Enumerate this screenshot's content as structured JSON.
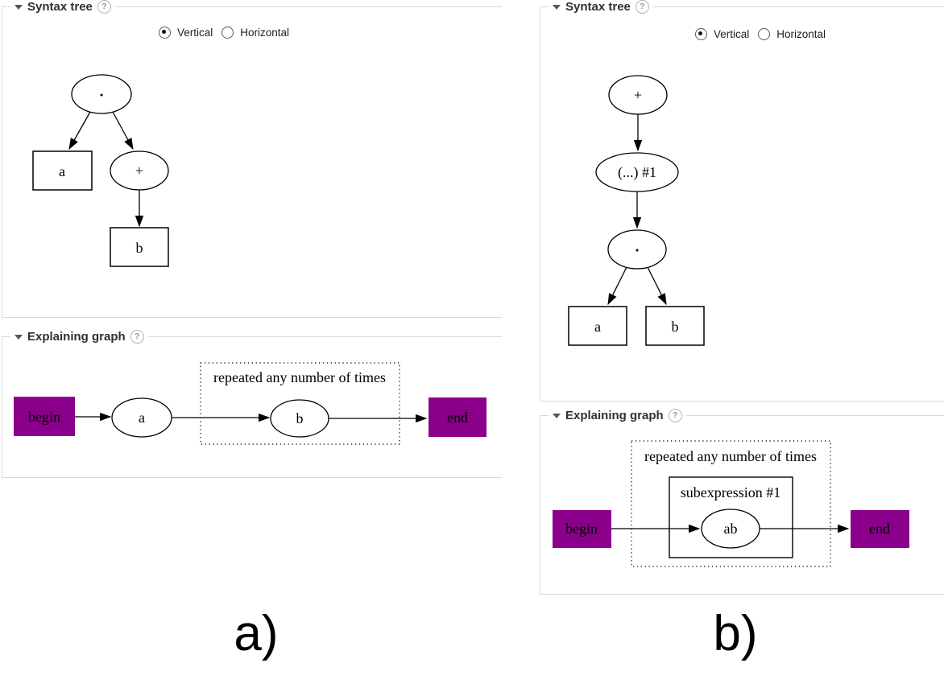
{
  "icons": {
    "collapse": "triangle-down",
    "help": "?"
  },
  "colors": {
    "purple": "#8B008B",
    "section_border": "#d9d9d9"
  },
  "panel_a": {
    "caption": "a)",
    "tree_section": {
      "title": "Syntax tree"
    },
    "graph_section": {
      "title": "Explaining graph"
    },
    "orientation": {
      "vertical": "Vertical",
      "horizontal": "Horizontal",
      "selected": "Vertical"
    },
    "tree": {
      "root": "•",
      "a": "a",
      "plus": "+",
      "b": "b"
    },
    "graph": {
      "begin": "begin",
      "a": "a",
      "repeat": "repeated any number of times",
      "b": "b",
      "end": "end"
    }
  },
  "panel_b": {
    "caption": "b)",
    "tree_section": {
      "title": "Syntax tree"
    },
    "graph_section": {
      "title": "Explaining graph"
    },
    "orientation": {
      "vertical": "Vertical",
      "horizontal": "Horizontal",
      "selected": "Vertical"
    },
    "tree": {
      "plus": "+",
      "subexpr": "(...) #1",
      "dot": "•",
      "a": "a",
      "b": "b"
    },
    "graph": {
      "begin": "begin",
      "repeat": "repeated any number of times",
      "subexpression": "subexpression #1",
      "ab": "ab",
      "end": "end"
    }
  }
}
